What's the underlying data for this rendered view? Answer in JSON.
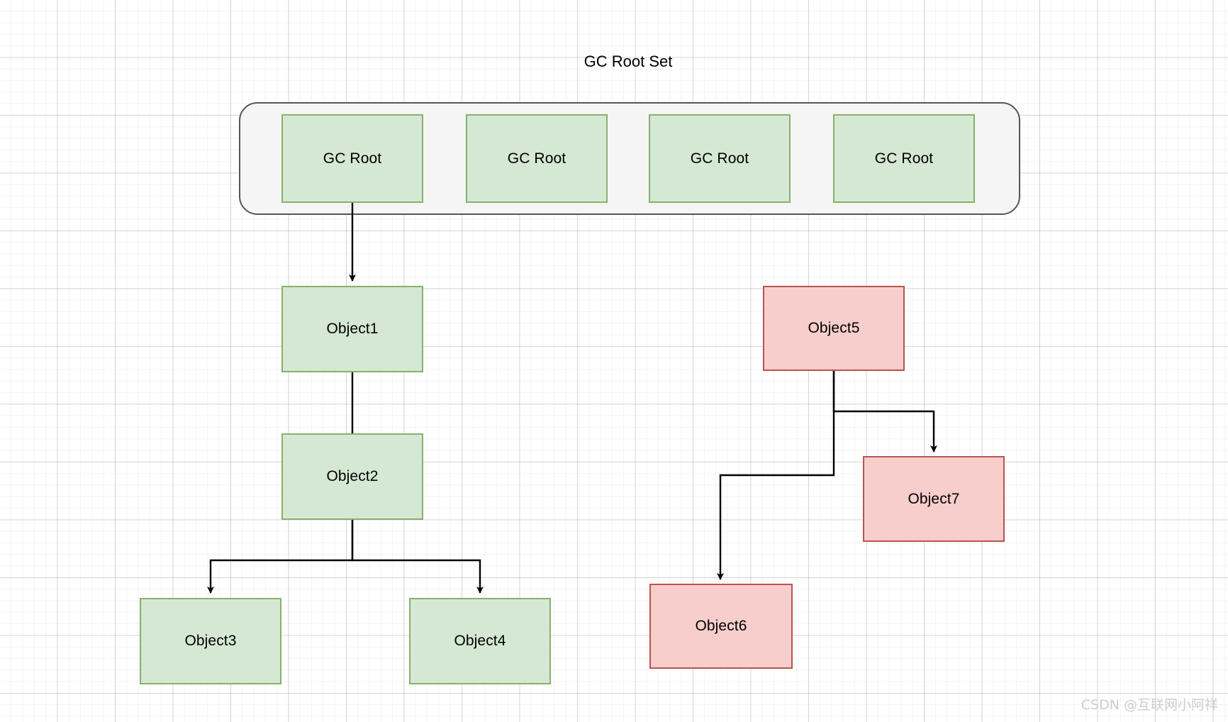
{
  "diagram": {
    "title": "GC Root Set",
    "watermark": "CSDN @互联网小阿祥",
    "colors": {
      "alive_fill": "#d5e8d4",
      "alive_stroke": "#87b169",
      "garbage_fill": "#f8cecc",
      "garbage_stroke": "#b85450",
      "container_fill": "#f5f5f5",
      "container_stroke": "#55565a",
      "edge_stroke": "#000000",
      "grid_line": "#e8e8e8",
      "watermark_text": "#c9cdd4"
    },
    "root_set": {
      "label": "GC Root Set",
      "roots": [
        {
          "label": "GC Root"
        },
        {
          "label": "GC Root"
        },
        {
          "label": "GC Root"
        },
        {
          "label": "GC Root"
        }
      ]
    },
    "reachable_objects": [
      {
        "label": "Object1"
      },
      {
        "label": "Object2"
      },
      {
        "label": "Object3"
      },
      {
        "label": "Object4"
      }
    ],
    "unreachable_objects": [
      {
        "label": "Object5"
      },
      {
        "label": "Object6"
      },
      {
        "label": "Object7"
      }
    ],
    "edges": [
      {
        "from": "GC Root 1",
        "to": "Object1"
      },
      {
        "from": "Object1",
        "to": "Object2"
      },
      {
        "from": "Object2",
        "to": "Object3"
      },
      {
        "from": "Object2",
        "to": "Object4"
      },
      {
        "from": "Object5",
        "to": "Object6"
      },
      {
        "from": "Object5",
        "to": "Object7"
      }
    ]
  }
}
